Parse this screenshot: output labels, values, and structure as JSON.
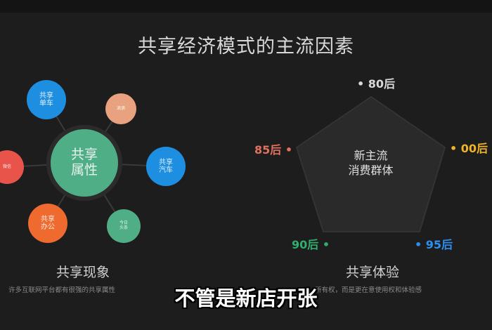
{
  "slide": {
    "title": "共享经济模式的主流因素",
    "left": {
      "center_label": [
        "共享",
        "属性"
      ],
      "nodes": [
        {
          "label": [
            "共享",
            "单车"
          ],
          "color": "#1e8fe0"
        },
        {
          "label": [
            "滴滴"
          ],
          "color": "#e8a27f"
        },
        {
          "label": [
            "共享",
            "汽车"
          ],
          "color": "#1e8fe0"
        },
        {
          "label": [
            "微信"
          ],
          "color": "#e8544a"
        },
        {
          "label": [
            "共享",
            "办公"
          ],
          "color": "#ee6a2e"
        },
        {
          "label": [
            "今日",
            "头条"
          ],
          "color": "#4fae86"
        }
      ],
      "center_color": "#4fae86",
      "caption": "共享现象",
      "description": "许多互联网平台都有很强的共享属性"
    },
    "right": {
      "center_label": [
        "新主流",
        "消费群体"
      ],
      "generations": [
        {
          "label": "80后",
          "color": "#d9d9d9"
        },
        {
          "label": "00后",
          "color": "#f0b428"
        },
        {
          "label": "95后",
          "color": "#2e8ff0"
        },
        {
          "label": "90后",
          "color": "#2fae6e"
        },
        {
          "label": "85后",
          "color": "#e0715f"
        }
      ],
      "caption": "共享体验",
      "description": "所有权，而是更在意使用权和体验感"
    }
  },
  "video_subtitle": "不管是新店开张"
}
